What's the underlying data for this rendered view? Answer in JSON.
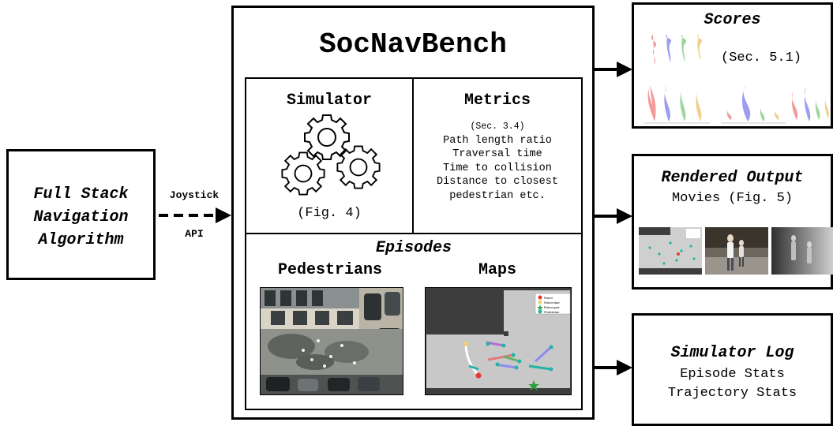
{
  "algorithm": {
    "lines": [
      "Full Stack",
      "Navigation",
      "Algorithm"
    ]
  },
  "interface": {
    "label_top": "Joystick",
    "label_bottom": "API"
  },
  "bench": {
    "title": "SocNavBench",
    "simulator": {
      "title": "Simulator",
      "ref": "(Fig. 4)",
      "icon": "gears-icon"
    },
    "metrics": {
      "title": "Metrics",
      "lines": [
        "(Sec. 3.4)",
        "Path length ratio",
        "Traversal time",
        "Time to collision",
        "Distance to closest",
        "pedestrian etc."
      ]
    },
    "episodes": {
      "title": "Episodes",
      "pedestrians": "Pedestrians",
      "maps": "Maps"
    }
  },
  "outputs": {
    "scores": {
      "title": "Scores",
      "ref": "(Sec. 5.1)"
    },
    "rendered": {
      "title": "Rendered Output",
      "subtitle": "Movies (Fig. 5)"
    },
    "log": {
      "title": "Simulator Log",
      "lines": [
        "Episode Stats",
        "Trajectory Stats"
      ]
    }
  },
  "map_legend": [
    "Robot",
    "Robot start",
    "Robot goal",
    "Pedestrian"
  ],
  "colors": {
    "robot": "#e53935",
    "goal": "#2e9e3e",
    "pedestrian": "#26b3a6",
    "violin_red": "#f08a8a",
    "violin_blue": "#8d8cf0",
    "violin_green": "#8ccf8c",
    "violin_yellow": "#f0c878"
  }
}
